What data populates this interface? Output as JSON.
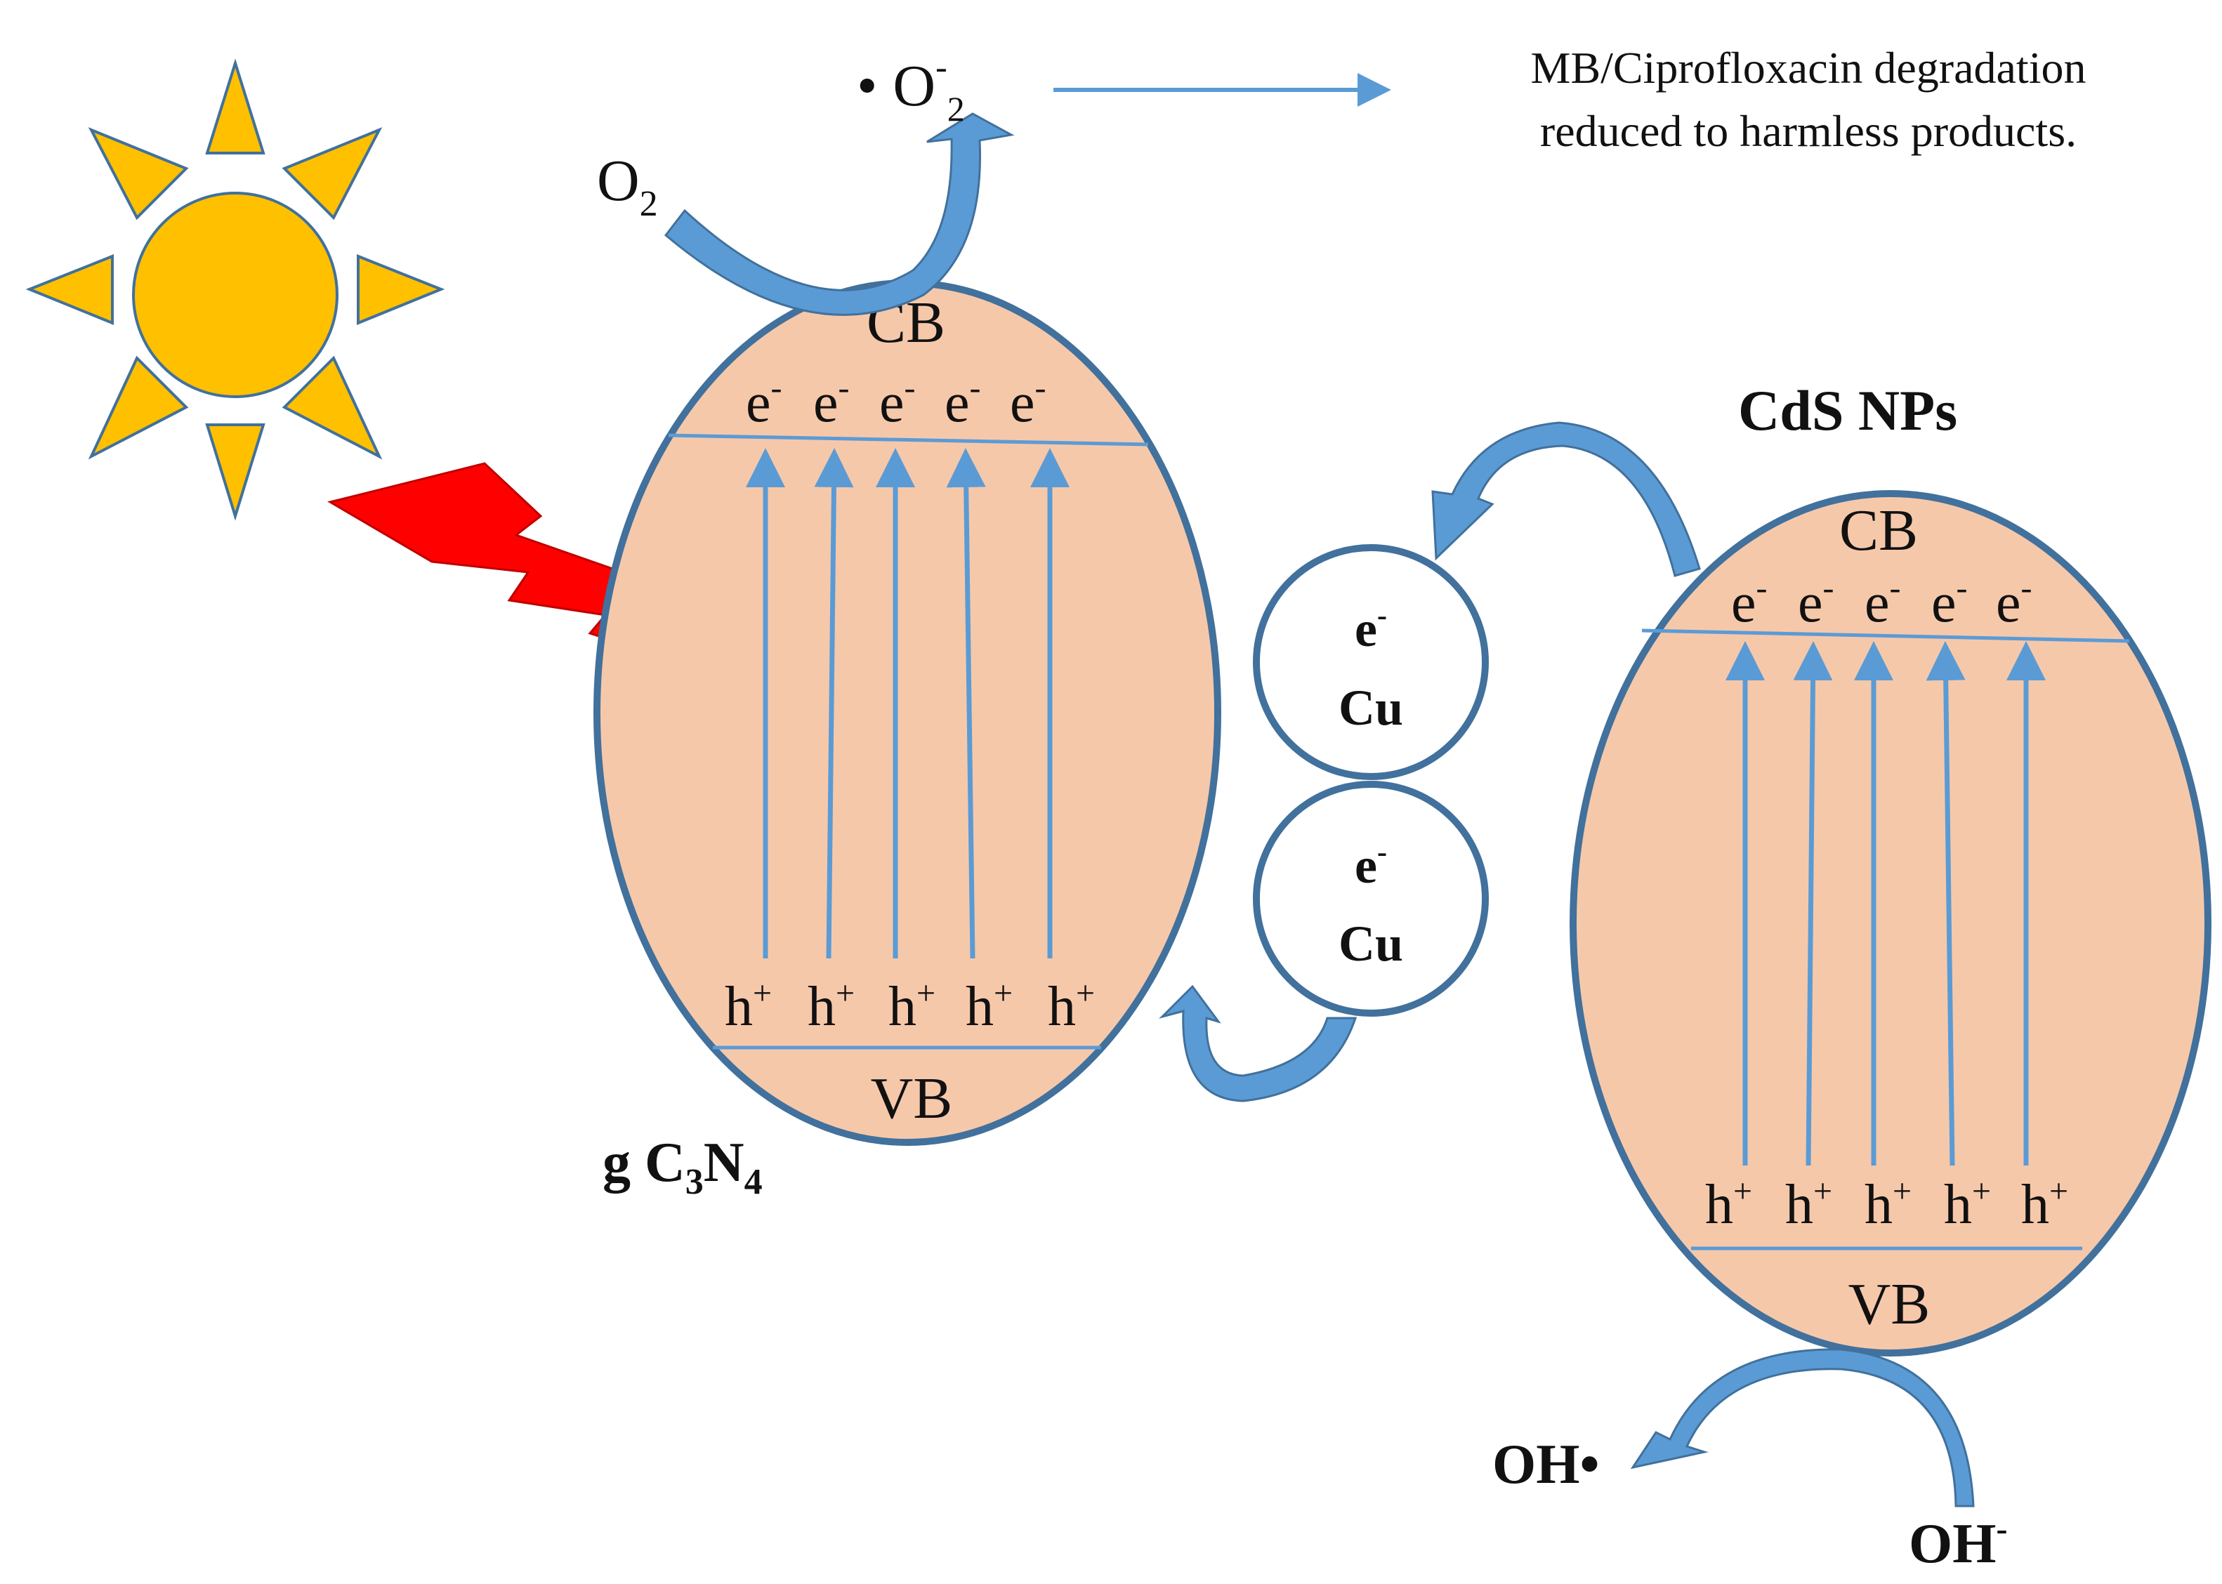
{
  "colors": {
    "particle_fill": "#f6c8aa",
    "particle_stroke": "#41719c",
    "arrow_blue": "#5b9bd5",
    "curved_arrow_dark": "#41719c",
    "sun_fill": "#ffc000",
    "lightning_fill": "#ff0000"
  },
  "icons": [
    "sun-icon",
    "lightning-icon"
  ],
  "top": {
    "radical_bullet": "•",
    "radical_main": "O",
    "radical_sup": "-",
    "radical_sub": "2",
    "o2_main": "O",
    "o2_sub": "2",
    "result_line1": "MB/Ciprofloxacin degradation",
    "result_line2": "reduced to harmless products."
  },
  "gc3n4": {
    "label_g": "g C",
    "label_sub1": "3",
    "label_n": "N",
    "label_sub2": "4",
    "cb": "CB",
    "vb": "VB",
    "electron": "e",
    "electron_sup": "-",
    "hole": "h",
    "hole_sup": "+"
  },
  "cds": {
    "label": "CdS NPs",
    "cb": "CB",
    "vb": "VB",
    "electron": "e",
    "electron_sup": "-",
    "hole": "h",
    "hole_sup": "+"
  },
  "cu": {
    "electron": "e",
    "electron_sup": "-",
    "label": "Cu"
  },
  "bottom": {
    "oh_radical_main": "OH",
    "oh_radical_bullet": "•",
    "oh_ion_main": "OH",
    "oh_ion_sup": "-"
  }
}
